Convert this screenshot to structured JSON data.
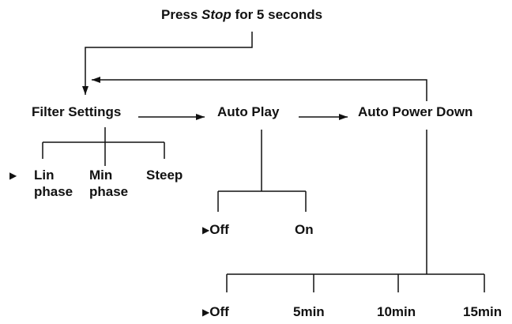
{
  "header": {
    "instruction_pre": "Press ",
    "instruction_key": "Stop",
    "instruction_post": " for 5 seconds"
  },
  "menu": {
    "items": [
      {
        "label": "Filter Settings",
        "options": [
          {
            "line1": "Lin",
            "line2": "phase",
            "selected": true
          },
          {
            "line1": "Min",
            "line2": "phase",
            "selected": false
          },
          {
            "line1": "Steep",
            "line2": "",
            "selected": false
          }
        ]
      },
      {
        "label": "Auto Play",
        "options": [
          {
            "line1": "Off",
            "selected": true
          },
          {
            "line1": "On",
            "selected": false
          }
        ]
      },
      {
        "label": "Auto Power Down",
        "options": [
          {
            "line1": "Off",
            "selected": true
          },
          {
            "line1": "5min",
            "selected": false
          },
          {
            "line1": "10min",
            "selected": false
          },
          {
            "line1": "15min",
            "selected": false
          }
        ]
      }
    ]
  },
  "selected_marker_icon": "play-triangle-icon",
  "colors": {
    "line": "#111111",
    "text": "#111111",
    "background": "#ffffff"
  }
}
